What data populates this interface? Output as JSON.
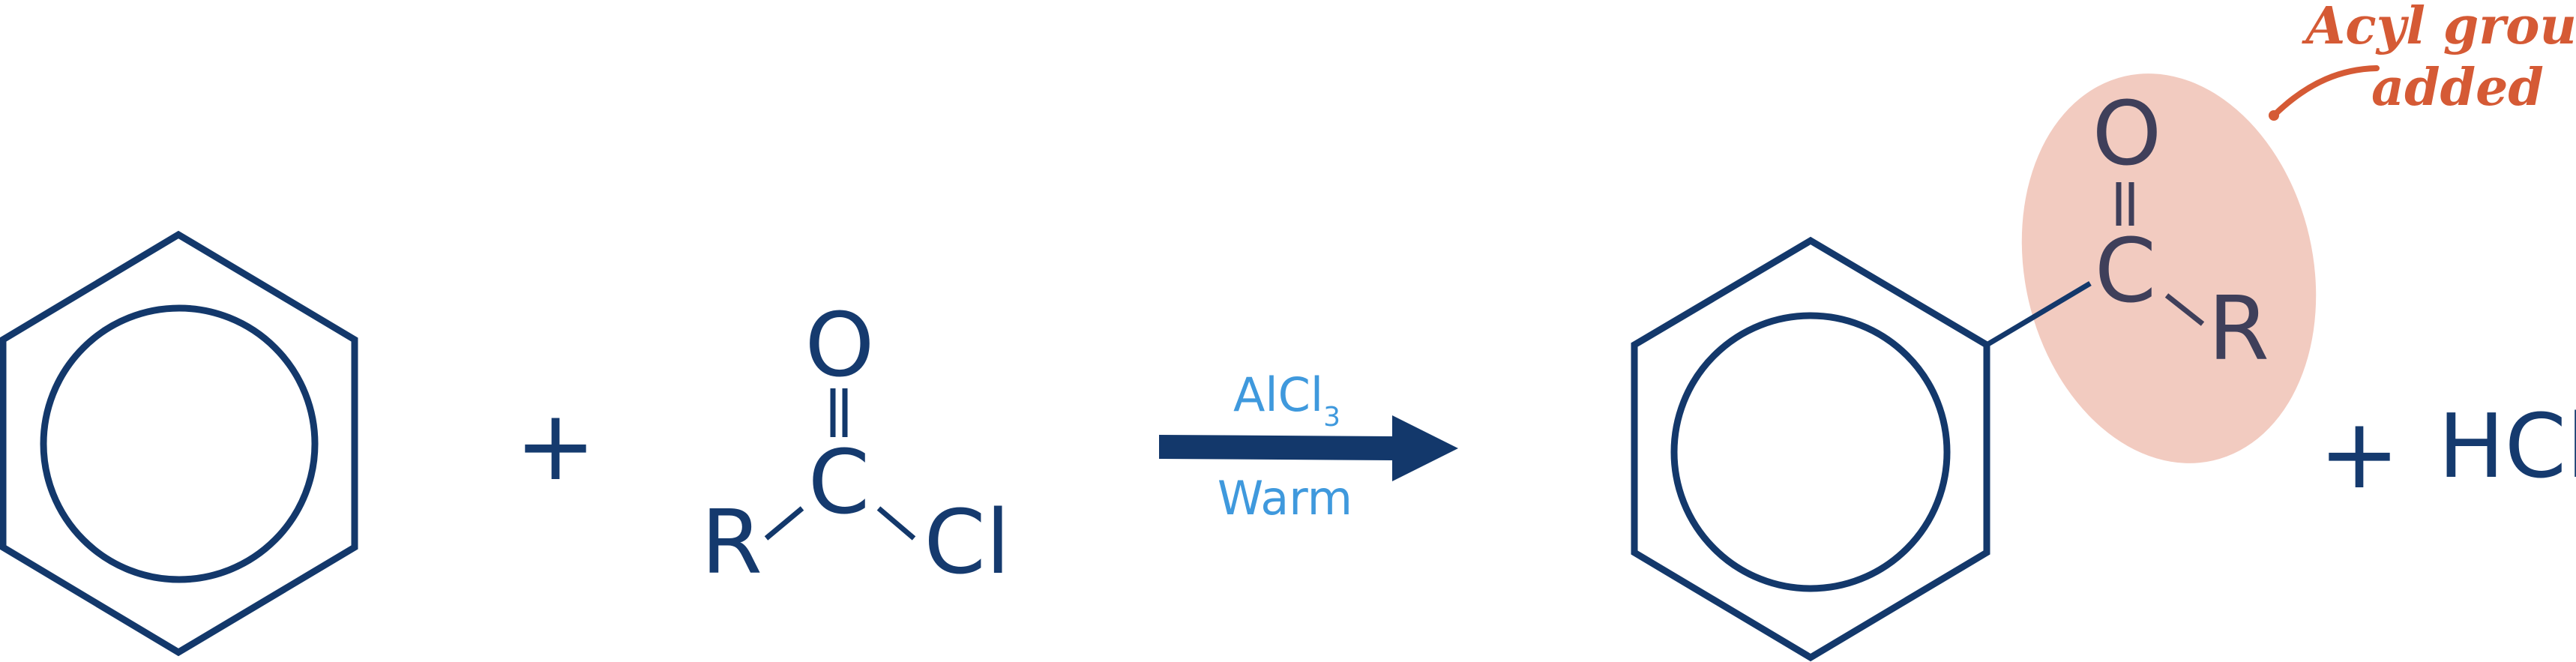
{
  "colors": {
    "bond": "#13386b",
    "atom": "#153a6e",
    "atom_product": "#3f3f5a",
    "arrow": "#13386b",
    "condition": "#3f99dd",
    "highlight": "#f2cbc0",
    "annotation": "#d55a35"
  },
  "reactants": {
    "plus": "+",
    "acyl_chloride": {
      "oxygen": "O",
      "carbon": "C",
      "r_group": "R",
      "chlorine": "Cl"
    }
  },
  "arrow": {
    "reagent_main": "AlCl",
    "reagent_subscript": "3",
    "condition": "Warm"
  },
  "product": {
    "oxygen": "O",
    "carbon": "C",
    "r_group": "R",
    "annotation_line1": "Acyl group",
    "annotation_line2": "added"
  },
  "byproduct": {
    "plus": "+",
    "formula": "HCl"
  }
}
